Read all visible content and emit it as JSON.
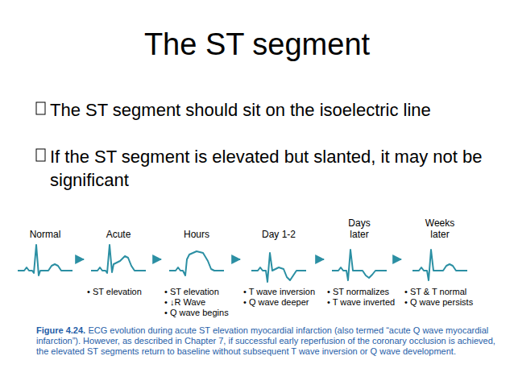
{
  "diagram": {
    "title": "The ST segment",
    "caption": "ECG evolution during acute ST elevation myocardial infarction (also termed “acute Q wave myocardial infarction”). However, as described in Chapter 7, if successful early reperfusion of the coronary occlusion is achieved, the elevated ST segments return to baseline without subsequent T wave inversion or Q wave development.",
    "nodes": [
      {
        "text": [
          "Normal"
        ]
      },
      {
        "text": [
          "Acute",
          "• ST elevation"
        ]
      },
      {
        "text": [
          "Hours",
          "• ST elevation",
          "• ↓R Wave",
          "• Q wave begins"
        ]
      },
      {
        "text": [
          "Day 1-2",
          "• T wave inversion",
          "• Q wave deeper"
        ]
      },
      {
        "text": [
          "Days later",
          "• ST normalizes",
          "• T wave inverted"
        ]
      },
      {
        "text": [
          "Weeks later",
          "• ST & T normal",
          "• Q wave persists"
        ]
      }
    ],
    "edges": [
      {
        "from": 0,
        "to": 1,
        "arrow": "to"
      },
      {
        "from": 1,
        "to": 2,
        "arrow": "to"
      },
      {
        "from": 2,
        "to": 3,
        "arrow": "to"
      },
      {
        "from": 3,
        "to": 4,
        "arrow": "to"
      },
      {
        "from": 4,
        "to": 5,
        "arrow": "to"
      }
    ],
    "labels": [
      "The ST segment should sit on the isoelectric line",
      "If the ST segment is elevated but slanted, it may not be significant",
      "Figure 4.24."
    ]
  }
}
